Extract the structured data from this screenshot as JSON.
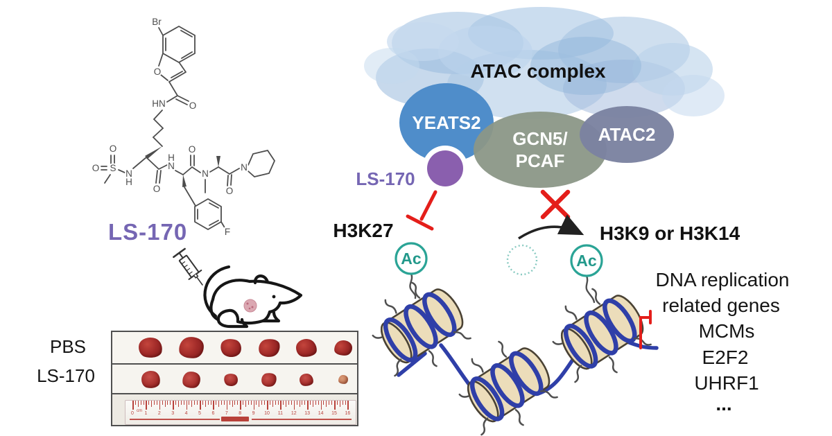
{
  "colors": {
    "purple_accent": "#7566b3",
    "purple_circle": "#8a5fae",
    "yeats2_blue": "#4f8dca",
    "gcn5_sage": "#8b9787",
    "atac2_slate": "#7b82a0",
    "cloud_blue": "#a9c7e4",
    "teal_ac": "#2ba496",
    "red_inhibit": "#e41e1a",
    "dna_blue": "#2f3fa8",
    "nucleosome_tan": "#ecddba"
  },
  "molecule": {
    "name_label": "LS-170",
    "atoms": [
      "Br",
      "O",
      "O",
      "HN",
      "O",
      "O",
      "S",
      "N",
      "H",
      "O",
      "H",
      "N",
      "O",
      "N",
      "O",
      "N",
      "F"
    ]
  },
  "complex": {
    "title": "ATAC complex",
    "yeats2": "YEATS2",
    "gcn5_line1": "GCN5/",
    "gcn5_line2": "PCAF",
    "atac2": "ATAC2",
    "inhibitor": "LS-170"
  },
  "marks": {
    "h3k27": "H3K27",
    "h3k9_h3k14": "H3K9 or H3K14",
    "ac": "Ac"
  },
  "genes": {
    "lines": [
      "DNA replication",
      "related genes",
      "MCMs",
      "E2F2",
      "UHRF1",
      "..."
    ]
  },
  "tumor_experiment": {
    "rows": [
      {
        "label": "PBS",
        "tumor_widths": [
          34,
          36,
          30,
          31,
          30,
          26
        ]
      },
      {
        "label": "LS-170",
        "tumor_widths": [
          27,
          26,
          20,
          22,
          20,
          14
        ]
      }
    ],
    "ruler": {
      "numbers": [
        "0",
        "1",
        "2",
        "3",
        "4",
        "5",
        "6",
        "7",
        "8",
        "9",
        "10",
        "11",
        "12",
        "13",
        "14",
        "15",
        "16"
      ],
      "unit": "cm"
    }
  }
}
